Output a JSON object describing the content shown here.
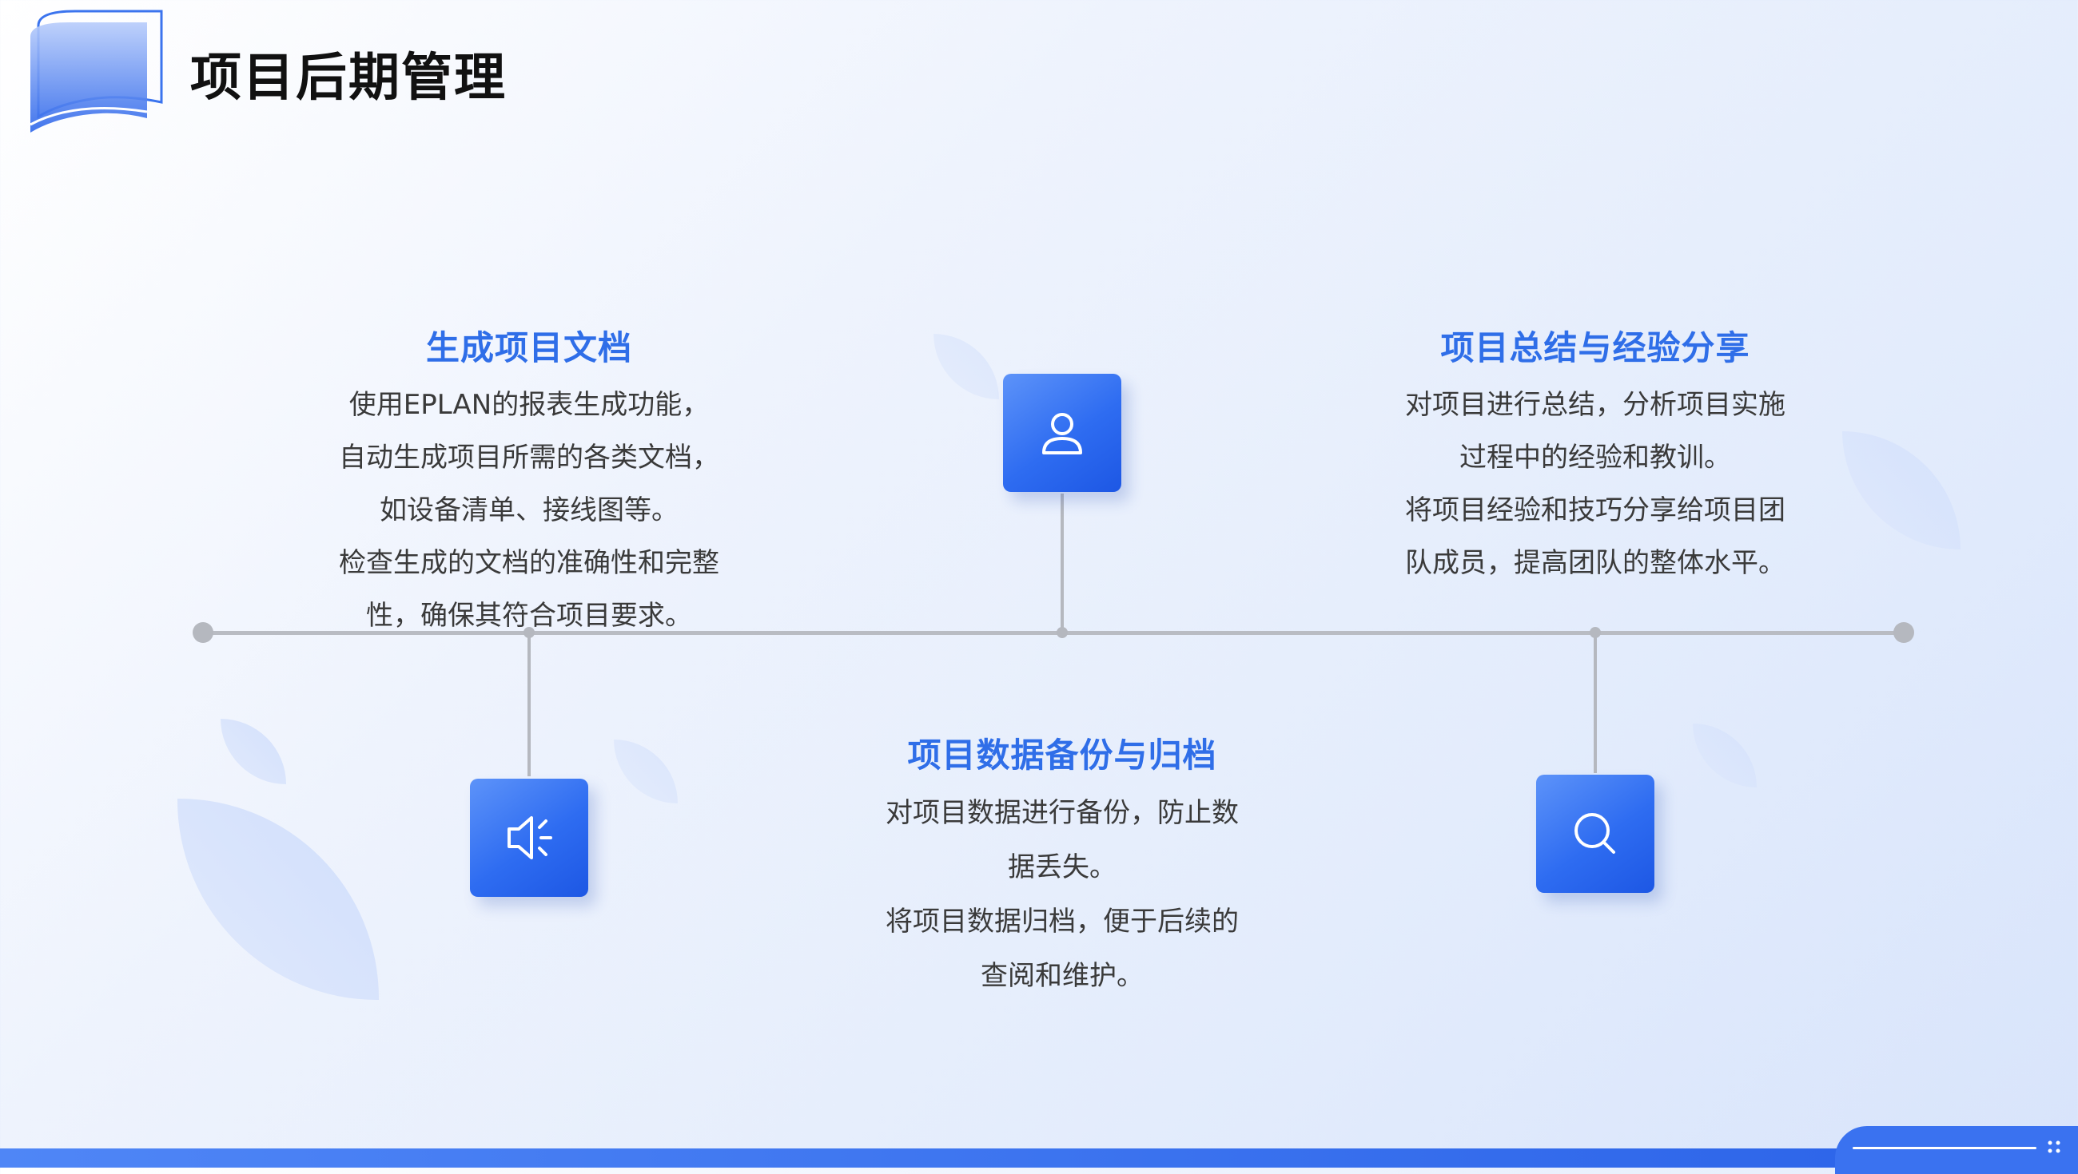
{
  "header": {
    "title": "项目后期管理",
    "logo_icon": "book-cylinder-icon"
  },
  "colors": {
    "accent": "#2f6ee8",
    "icon_box": "#2e6cf1",
    "timeline": "#b9bcc3",
    "title_text": "#111111"
  },
  "items": [
    {
      "title": "生成项目文档",
      "icon": "speaker-icon",
      "lines": [
        "使用EPLAN的报表生成功能，",
        "自动生成项目所需的各类文档，",
        "如设备清单、接线图等。",
        "检查生成的文档的准确性和完整",
        "性，确保其符合项目要求。"
      ]
    },
    {
      "title": "项目数据备份与归档",
      "icon": "user-icon",
      "lines": [
        "对项目数据进行备份，防止数",
        "据丢失。",
        "将项目数据归档，便于后续的",
        "查阅和维护。"
      ]
    },
    {
      "title": "项目总结与经验分享",
      "icon": "search-icon",
      "lines": [
        "对项目进行总结，分析项目实施",
        "过程中的经验和教训。",
        "将项目经验和技巧分享给项目团",
        "队成员，提高团队的整体水平。"
      ]
    }
  ]
}
